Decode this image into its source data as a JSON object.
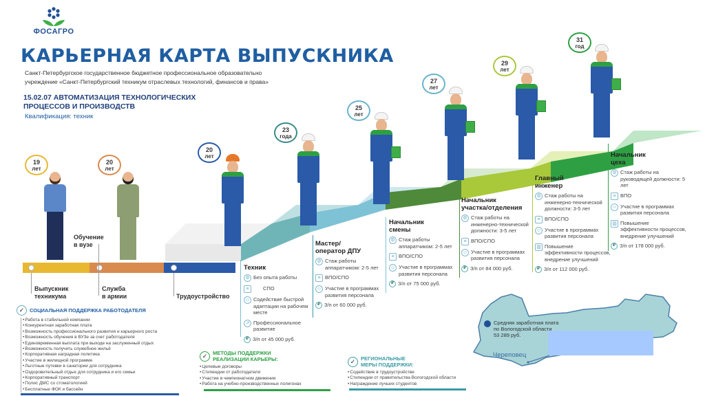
{
  "logo": {
    "text": "ФОСАГРО"
  },
  "header": {
    "title": "КАРЬЕРНАЯ КАРТА ВЫПУСКНИКА",
    "subtitle_line1": "Санкт-Петербургское государственное бюджетное профессиональное образовательно",
    "subtitle_line2": "учреждение «Санкт-Петербургский техникум отраслевых технологий, финансов и права»",
    "specialty_line1": "15.02.07  АВТОМАТИЗАЦИЯ ТЕХНОЛОГИЧЕСКИХ",
    "specialty_line2": "ПРОЦЕССОВ И ПРОИЗВОДСТВ",
    "qualification": "Квалификация: техник"
  },
  "colors": {
    "brand_blue": "#1f5ea2",
    "bar_yellow": "#e8b830",
    "bar_orange": "#d98a4e",
    "bar_blue": "#2a5aa8",
    "teal": "#3a9aa5",
    "green": "#2ea043",
    "lime": "#a9c83a"
  },
  "timeline": {
    "stages": [
      {
        "label1": "Выпускник",
        "label2": "техникума",
        "age_num": "19",
        "age_unit": "лет"
      },
      {
        "label1": "Служба",
        "label2": "в армии",
        "age_num": "20",
        "age_unit": "лет"
      },
      {
        "label1": "Трудоустройство"
      }
    ],
    "study_label1": "Обучение",
    "study_label2": "в вузе"
  },
  "roles": [
    {
      "age_num": "20",
      "age_unit": "лет",
      "title1": "Техник",
      "title2": "",
      "items": [
        "Без опыта работы",
        "СПО",
        "Содействие быстрой адаптации на рабочем месте",
        "Профессиональное развитие"
      ],
      "salary": "З/п от 45 000 руб."
    },
    {
      "age_num": "23",
      "age_unit": "года",
      "title1": "Мастер/",
      "title2": "оператор ДПУ",
      "items": [
        "Стаж работы аппаратчиком: 2-5 лет",
        "ВПО/СПО",
        "Участие в программах развития персонала"
      ],
      "salary": "З/п от 60 000 руб."
    },
    {
      "age_num": "25",
      "age_unit": "лет",
      "title1": "Начальник",
      "title2": "смены",
      "items": [
        "Стаж работы аппаратчиком: 2-5 лет",
        "ВПО/СПО",
        "Участие в программах развития персонала"
      ],
      "salary": "З/п от 75 000 руб."
    },
    {
      "age_num": "27",
      "age_unit": "лет",
      "title1": "Начальник",
      "title2": "участка/отделения",
      "items": [
        "Стаж работы на инженерно-технической должности: 3-5 лет",
        "ВПО/СПО",
        "Участие в программах развития персонала"
      ],
      "salary": "З/п от 84 000 руб."
    },
    {
      "age_num": "29",
      "age_unit": "лет",
      "title1": "Главный",
      "title2": "инженер",
      "items": [
        "Стаж работы на инженерно-технической должности: 3-5 лет",
        "ВПО/СПО",
        "Участие в программах развития персонала",
        "Повышение эффективности процессов, внедрение улучшений"
      ],
      "salary": "З/п от 112 000 руб."
    },
    {
      "age_num": "31",
      "age_unit": "год",
      "title1": "Начальник",
      "title2": "цеха",
      "items": [
        "Стаж работы на руководящей должности: 5 лет",
        "ВПО",
        "Участие в программах развития персонала",
        "Повышение эффективности процессов, внедрение улучшений"
      ],
      "salary": "З/п от 178 000 руб."
    }
  ],
  "social_support": {
    "title": "СОЦИАЛЬНАЯ ПОДДЕРЖКА РАБОТОДАТЕЛЯ",
    "items": [
      "Работа в стабильной компании",
      "Конкурентная заработная плата",
      "Возможность профессионального развития и карьерного роста",
      "Возможность обучения в ВУЗе за счет работодателя",
      "Единовременная выплата при выходе на заслуженный отдых",
      "Возможность получить служебное жильё",
      "Корпоративная наградная политика",
      "Участие в жилищной программе",
      "Льготные путевки в санатории для сотрудника",
      "Оздоровительный отдых для сотрудника и его семьи",
      "Корпоративный транспорт",
      "Полис ДМС со стоматологией",
      "Бесплатные ФОК и бассейн"
    ]
  },
  "career_methods": {
    "title1": "МЕТОДЫ ПОДДЕРЖКИ",
    "title2": "РЕАЛИЗАЦИИ КАРЬЕРЫ:",
    "items": [
      "Целевые договоры",
      "Стипендии от работодателя",
      "Участие в чемпионатном движении",
      "Работа на учебно-производственных полигонах"
    ]
  },
  "regional": {
    "title1": "РЕГИОНАЛЬНЫЕ",
    "title2": "МЕРЫ ПОДДЕРЖКИ:",
    "items": [
      "Содействие в трудоустройстве",
      "Стипендии от правительства Вологодской области",
      "Награждение лучших студентов"
    ]
  },
  "map": {
    "salary_line1": "Средняя заработная плата",
    "salary_line2": "по Вологодской области",
    "salary_value": "53 289 руб.",
    "city": "Череповец"
  }
}
